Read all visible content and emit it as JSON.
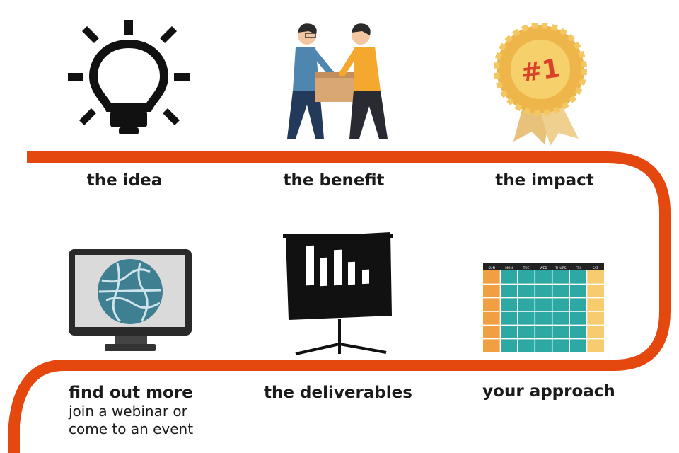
{
  "steps": {
    "idea": "the idea",
    "benefit": "the benefit",
    "impact": "the impact",
    "approach": "your approach",
    "deliverables": "the deliverables",
    "find_out": "find out more"
  },
  "find_out_sub": [
    "join a webinar or",
    "come to an event"
  ],
  "badge_text": "#1",
  "calendar_days": [
    "SUN",
    "MON",
    "TUE",
    "WED",
    "THURS",
    "FRI",
    "SAT"
  ],
  "colors": {
    "path": "#e5480f",
    "ink": "#111111",
    "gold": "#eeb64a",
    "teal": "#2ea8a3",
    "orange_cell": "#f0a040",
    "shirt_blue": "#4f86b0",
    "shirt_orange": "#f4a92e",
    "globe": "#3f7f92",
    "box": "#d9a773"
  }
}
